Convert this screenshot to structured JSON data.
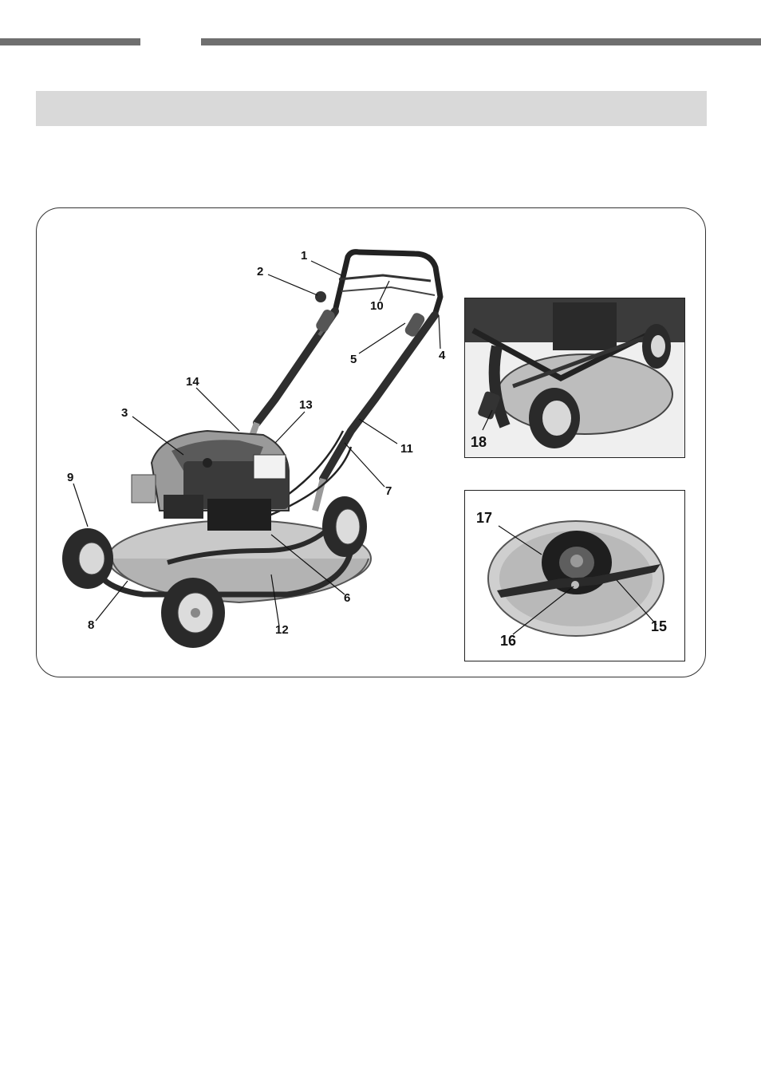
{
  "callouts": {
    "c1": "1",
    "c2": "2",
    "c3": "3",
    "c4": "4",
    "c5": "5",
    "c6": "6",
    "c7": "7",
    "c8": "8",
    "c9": "9",
    "c10": "10",
    "c11": "11",
    "c12": "12",
    "c13": "13",
    "c14": "14",
    "c15": "15",
    "c16": "16",
    "c17": "17",
    "c18": "18"
  },
  "colors": {
    "rule": "#6f6f6f",
    "section_bar": "#d9d9d9",
    "deck": "#c9c9c9",
    "engine": "#3a3a3a",
    "wheel": "#2a2a2a"
  }
}
